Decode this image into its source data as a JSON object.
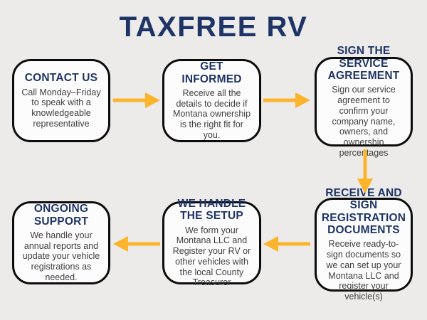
{
  "title": "TAXFREE RV",
  "colors": {
    "background": "#ECEBE9",
    "title": "#1E3466",
    "step_heading": "#1E3466",
    "step_body": "#3F3F3F",
    "arrow": "#FBB42B",
    "box_border": "#0C0C0C",
    "box_fill": "#FCFCFC"
  },
  "steps": [
    {
      "heading": "CONTACT US",
      "body": "Call Monday–Friday to speak with a knowledgeable representative"
    },
    {
      "heading": "GET INFORMED",
      "body": "Receive all the details to decide if Montana ownership is the right fit for you."
    },
    {
      "heading": "SIGN THE SERVICE AGREEMENT",
      "body": "Sign our service agreement to confirm your company name, owners, and ownership percentages"
    },
    {
      "heading": "RECEIVE AND SIGN REGISTRATION DOCUMENTS",
      "body": "Receive ready-to-sign documents so we can set up your Montana LLC and register your vehicle(s)"
    },
    {
      "heading": "WE HANDLE THE SETUP",
      "body": "We form your Montana LLC and Register your RV or other vehicles with the local County Treasurer"
    },
    {
      "heading": "ONGOING SUPPORT",
      "body": "We handle your annual reports and update your vehicle registrations as needed."
    }
  ],
  "flow": {
    "arrow_directions": [
      "right",
      "right",
      "down",
      "left",
      "left"
    ]
  }
}
